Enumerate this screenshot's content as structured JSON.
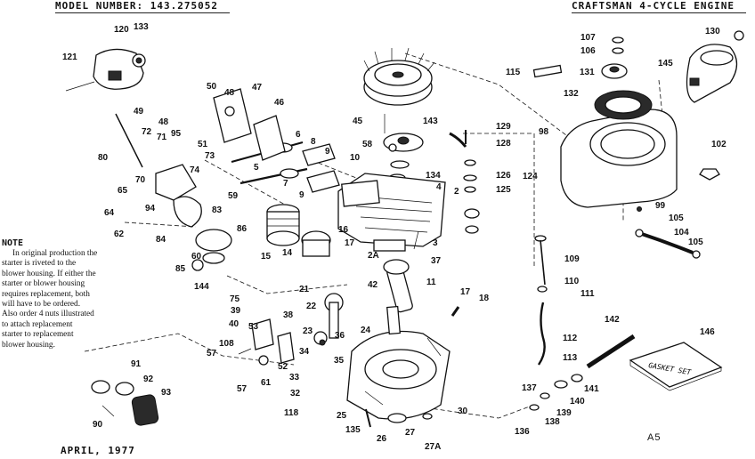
{
  "header": {
    "model": "MODEL NUMBER: 143.275052",
    "engine": "CRAFTSMAN 4-CYCLE ENGINE"
  },
  "footer": {
    "date": "APRIL, 1977",
    "page_code": "A5"
  },
  "note": {
    "title": "NOTE",
    "lines": [
      "In original production the",
      "starter is riveted to the",
      "blower housing. If either the",
      "starter or blower housing",
      "requires replacement, both",
      "will have to be ordered.",
      "Also order 4 nuts illustrated",
      "to attach replacement",
      "starter to replacement",
      "blower housing."
    ]
  },
  "gasket_set_label": "GASKET SET",
  "part_numbers": [
    "120",
    "133",
    "121",
    "50",
    "48",
    "47",
    "49",
    "48",
    "46",
    "95",
    "72",
    "71",
    "80",
    "51",
    "6",
    "8",
    "9",
    "10",
    "73",
    "74",
    "7",
    "5",
    "70",
    "59",
    "65",
    "64",
    "94",
    "83",
    "62",
    "84",
    "60",
    "86",
    "85",
    "144",
    "15",
    "16",
    "14",
    "17",
    "2A",
    "42",
    "37",
    "3",
    "9",
    "143",
    "45",
    "58",
    "134",
    "4",
    "2",
    "125",
    "124",
    "126",
    "128",
    "129",
    "115",
    "107",
    "106",
    "130",
    "131",
    "145",
    "132",
    "98",
    "102",
    "99",
    "105",
    "104",
    "105",
    "109",
    "110",
    "111",
    "11",
    "17",
    "18",
    "21",
    "22",
    "75",
    "39",
    "40",
    "38",
    "53",
    "108",
    "57",
    "52",
    "23",
    "36",
    "34",
    "35",
    "24",
    "33",
    "61",
    "57",
    "32",
    "118",
    "25",
    "135",
    "26",
    "27",
    "27A",
    "30",
    "91",
    "92",
    "93",
    "90",
    "137",
    "136",
    "138",
    "139",
    "140",
    "141",
    "112",
    "113",
    "142",
    "146"
  ]
}
